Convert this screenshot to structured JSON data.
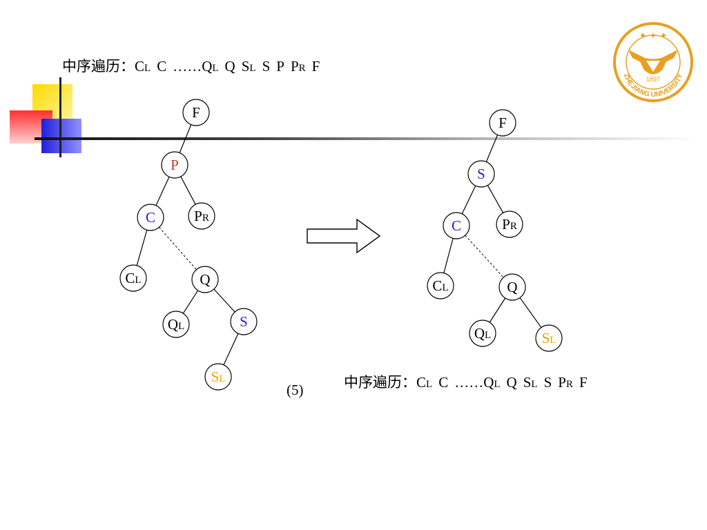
{
  "slide": {
    "top_caption": {
      "prefix": "中序遍历：",
      "tokens": [
        {
          "t": "C",
          "s": "L"
        },
        {
          "t": "C"
        },
        {
          "t": "……Q",
          "s": "L"
        },
        {
          "t": "Q"
        },
        {
          "t": "S",
          "s": "L"
        },
        {
          "t": "S"
        },
        {
          "t": "P"
        },
        {
          "t": "P",
          "s": "R"
        },
        {
          "t": "F"
        }
      ]
    },
    "bottom_caption": {
      "prefix": "中序遍历：",
      "tokens": [
        {
          "t": "C",
          "s": "L"
        },
        {
          "t": "C"
        },
        {
          "t": "……Q",
          "s": "L"
        },
        {
          "t": "Q"
        },
        {
          "t": "S",
          "s": "L"
        },
        {
          "t": "S"
        },
        {
          "t": "P",
          "s": "R"
        },
        {
          "t": "F"
        }
      ]
    },
    "step_label": "(5)",
    "logo": {
      "year": "1897",
      "text": "ZHEJIANG UNIVERSITY"
    }
  },
  "colors": {
    "black": "#000000",
    "red": "#c0392b",
    "blue": "#2222cc",
    "orange": "#f0a000",
    "logo": "#e8a020"
  },
  "trees": {
    "before": {
      "nodes": [
        {
          "id": "F",
          "t": "F",
          "color": "black"
        },
        {
          "id": "P",
          "t": "P",
          "color": "red"
        },
        {
          "id": "C",
          "t": "C",
          "color": "blue"
        },
        {
          "id": "PR",
          "t": "P",
          "s": "R",
          "color": "black"
        },
        {
          "id": "CL",
          "t": "C",
          "s": "L",
          "color": "black"
        },
        {
          "id": "Q",
          "t": "Q",
          "color": "black"
        },
        {
          "id": "QL",
          "t": "Q",
          "s": "L",
          "color": "black"
        },
        {
          "id": "S",
          "t": "S",
          "color": "blue"
        },
        {
          "id": "SL",
          "t": "S",
          "s": "L",
          "color": "orange"
        }
      ],
      "edges": [
        [
          "F",
          "P"
        ],
        [
          "P",
          "C"
        ],
        [
          "P",
          "PR"
        ],
        [
          "C",
          "CL"
        ],
        [
          "Q",
          "QL"
        ],
        [
          "Q",
          "S"
        ],
        [
          "S",
          "SL"
        ]
      ],
      "dashed": [
        [
          "C",
          "Q"
        ]
      ]
    },
    "after": {
      "nodes": [
        {
          "id": "F",
          "t": "F",
          "color": "black"
        },
        {
          "id": "S",
          "t": "S",
          "color": "blue"
        },
        {
          "id": "C",
          "t": "C",
          "color": "blue"
        },
        {
          "id": "PR",
          "t": "P",
          "s": "R",
          "color": "black"
        },
        {
          "id": "CL",
          "t": "C",
          "s": "L",
          "color": "black"
        },
        {
          "id": "Q",
          "t": "Q",
          "color": "black"
        },
        {
          "id": "QL",
          "t": "Q",
          "s": "L",
          "color": "black"
        },
        {
          "id": "SL",
          "t": "S",
          "s": "L",
          "color": "orange"
        }
      ],
      "edges": [
        [
          "F",
          "S"
        ],
        [
          "S",
          "C"
        ],
        [
          "S",
          "PR"
        ],
        [
          "C",
          "CL"
        ],
        [
          "Q",
          "QL"
        ],
        [
          "Q",
          "SL"
        ]
      ],
      "dashed": [
        [
          "C",
          "Q"
        ]
      ]
    }
  }
}
